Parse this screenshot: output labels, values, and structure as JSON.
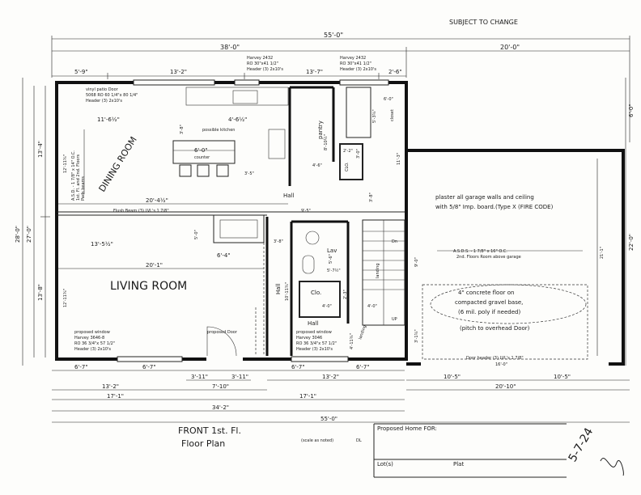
{
  "header": {
    "subject": "SUBJECT TO CHANGE"
  },
  "dims_top": {
    "overall": "55'-0\"",
    "house": "38'-0\"",
    "garage": "20'-0\"",
    "seg1": "5'-9\"",
    "seg2": "13'-2\"",
    "seg3": "13'-7\"",
    "seg4": "2'-6\""
  },
  "dims_left": {
    "outer": "28'-0\"",
    "inner": "27'-0\"",
    "upper": "13'-4\"",
    "lower": "13'-8\""
  },
  "dims_right": {
    "upper": "6'-0\"",
    "garage": "22'-0\"",
    "inner": "21'-1\""
  },
  "dims_bottom": {
    "r1": [
      "6'-7\"",
      "6'-7\"",
      "6'-7\"",
      "6'-7\""
    ],
    "r2a": [
      "3'-11\"",
      "3'-11\""
    ],
    "r2b": "7'-10\"",
    "r2c": "13'-2\"",
    "r3a": "13'-2\"",
    "r4a": "17'-1\"",
    "r4b": "17'-1\"",
    "total": "34'-2\"",
    "overall": "55'-0\"",
    "g1": "10'-5\"",
    "g2": "10'-5\"",
    "g3": "20'-10\""
  },
  "rooms": {
    "dining": "DINING ROOM",
    "living": "LIVING ROOM",
    "hall1": "Hall",
    "hall2": "Hall",
    "hall3": "Hall",
    "pantry": "pantry",
    "pantry_dim": "8'-10½\"",
    "clo1": "CLO.",
    "clo2": "Clo.",
    "lav": "Lav",
    "landing": "landing",
    "closet_label": "closet"
  },
  "notes": {
    "window1": [
      "Harvey 2432",
      "RO 30\"x41 1/2\"",
      "Header (3) 2x10's"
    ],
    "window2": [
      "Harvey 2432",
      "RO 30\"x41 1/2\"",
      "Header (3) 2x10's"
    ],
    "patio": [
      "vinyl patio Door",
      "5068 RO 60 1/4\"x 80 1/4\"",
      "Header (3) 2x10's"
    ],
    "kitchen": "possible kitchen",
    "counter": "counter",
    "flush_beam": "Flush Beam (3) LVL's 1 7/8\"",
    "joists": [
      "A.S.D. - 1 7/8\" x 14\" O.C.",
      "1st. Fl. and 2nd. Floors",
      "Pads beams"
    ],
    "garage_note": [
      "plaster all garage walls and ceiling",
      "with 5/8\" Imp. board.(Type X (FIRE CODE)"
    ],
    "garage_joists": [
      "A.S.D.S. - 1 7/8\" x 16\" O.C.",
      "2nd. Floors Room above garage"
    ],
    "slab": [
      "4\" concrete floor on",
      "compacted gravel base,",
      "(6 mil. poly if needed)"
    ],
    "pitch": "(pitch to overhead Door)",
    "door_header": "Door header (3) LVL's 1 7/8\"",
    "door_width": "16'-0\"",
    "win_living": [
      "proposed window",
      "Harvey 3646-8",
      "RO 36 3/4\"x 57 1/2\"",
      "Header (3) 2x10's"
    ],
    "win_hall": [
      "proposed window",
      "Harvey 3046",
      "RO 36 3/4\"x 57 1/2\"",
      "Header (3) 2x10's"
    ],
    "prop_door": "proposed Door",
    "down": "Dn",
    "up": "UP"
  },
  "room_dims": {
    "d1": "11'-6½\"",
    "d2": "12'-11¾\"",
    "d3": "20'-4½\"",
    "d4": "3'-8\"",
    "d5": "4'-6½\"",
    "d6": "6'-0\"",
    "d7": "3'-5\"",
    "d8": "4'-6\"",
    "d9": "2'-2\"",
    "d10": "3'-0\"",
    "d11": "5'-3¾\"",
    "d12": "6'-0\"",
    "d13": "3'-8\"",
    "d14": "9'-5\"",
    "d15": "11'-3\"",
    "d16": "13'-5½\"",
    "d17": "20'-1\"",
    "d18": "6'-4\"",
    "d19": "3'-8\"",
    "d20": "5'-6\"",
    "d21": "5'-7½\"",
    "d22": "2'-3\"",
    "d23": "4'-0\"",
    "d24": "12'-11¾\"",
    "d25": "10'-11¾\"",
    "d26": "9'-0\"",
    "d27": "3'-1¾\"",
    "d28": "4'-0\"",
    "d29": "5'-0\"",
    "d30": "4'-11¾\""
  },
  "title_block": {
    "line1": "FRONT 1st. Fl.",
    "line2": "Floor Plan",
    "scale": "(scale as noted)",
    "proposed": "Proposed Home FOR:",
    "lot": "Lot(s)",
    "plat": "Plat",
    "date": "5-7-24",
    "initials": "DL"
  }
}
